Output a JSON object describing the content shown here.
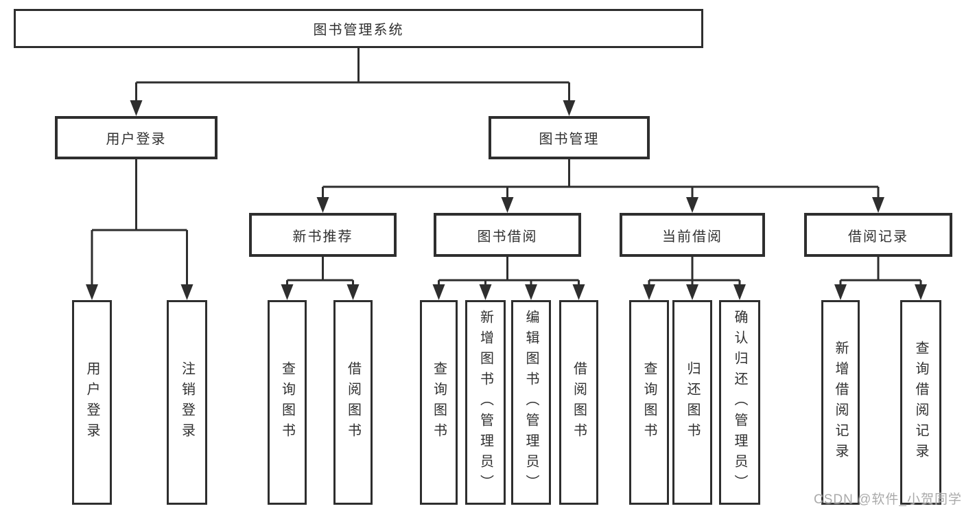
{
  "diagram": {
    "title_node": {
      "label": "图书管理系统"
    },
    "level2": [
      {
        "label": "用户登录"
      },
      {
        "label": "图书管理"
      }
    ],
    "level3": [
      {
        "label": "新书推荐"
      },
      {
        "label": "图书借阅"
      },
      {
        "label": "当前借阅"
      },
      {
        "label": "借阅记录"
      }
    ],
    "leaves": {
      "user_login": [
        "用户登录",
        "注销登录"
      ],
      "new_book": [
        "查询图书",
        "借阅图书"
      ],
      "book_borrow": [
        "查询图书",
        "新增图书（管理员）",
        "编辑图书（管理员）",
        "借阅图书"
      ],
      "current_borrow": [
        "查询图书",
        "归还图书",
        "确认归还（管理员）"
      ],
      "borrow_record": [
        "新增借阅记录",
        "查询借阅记录"
      ]
    }
  },
  "watermark": {
    "text": "CSDN @软件_小贺同学"
  },
  "colors": {
    "line": "#2e2e2e",
    "text": "#303030",
    "background": "#ffffff",
    "watermark": "#a3a3a3"
  }
}
